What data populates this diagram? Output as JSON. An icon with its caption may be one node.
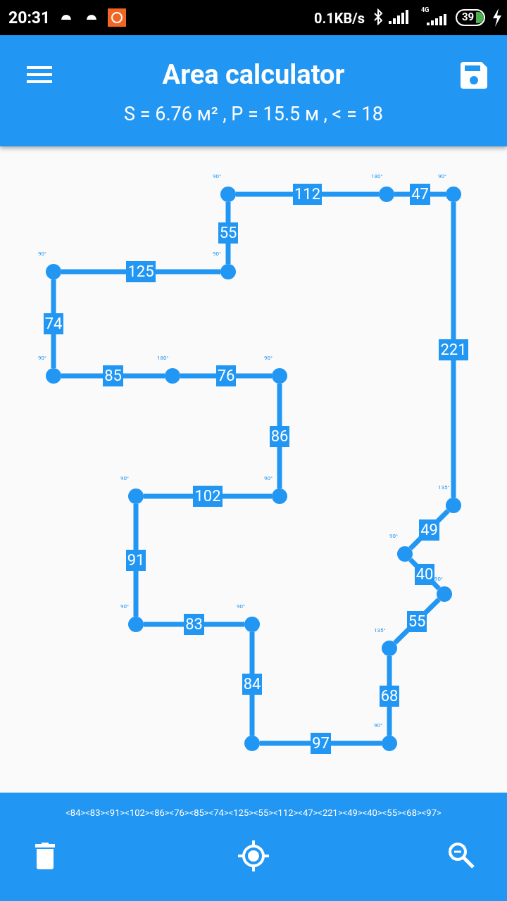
{
  "diagram": {
    "title": "Area calculator",
    "nodes": [
      {
        "text": [],
        "shape": "circle"
      },
      {
        "text": [],
        "shape": "circle",
        "beside": [
          "90°"
        ]
      },
      {
        "text": [],
        "shape": "circle",
        "beside": [
          "90°"
        ]
      },
      {
        "text": [],
        "shape": "circle",
        "beside": [
          "90°"
        ]
      },
      {
        "text": [],
        "shape": "circle",
        "beside": [
          "90°"
        ]
      },
      {
        "text": [],
        "shape": "circle",
        "beside": [
          "90°"
        ]
      },
      {
        "text": [],
        "shape": "circle",
        "beside": [
          "180°"
        ]
      },
      {
        "text": [],
        "shape": "circle",
        "beside": [
          "90°"
        ]
      },
      {
        "text": [],
        "shape": "circle",
        "beside": [
          "90°"
        ]
      },
      {
        "text": [],
        "shape": "circle",
        "beside": [
          "90°"
        ]
      },
      {
        "text": [],
        "shape": "circle",
        "beside": [
          "90°"
        ]
      },
      {
        "text": [],
        "shape": "circle",
        "beside": [
          "180°"
        ]
      },
      {
        "text": [],
        "shape": "circle",
        "beside": [
          "90°"
        ]
      },
      {
        "text": [],
        "shape": "circle",
        "beside": [
          "135°"
        ]
      },
      {
        "text": [],
        "shape": "circle",
        "beside": [
          "90°"
        ]
      },
      {
        "text": [],
        "shape": "circle",
        "beside": [
          "90°"
        ]
      },
      {
        "text": [],
        "shape": "circle",
        "beside": [
          "135°"
        ]
      },
      {
        "text": [],
        "shape": "circle",
        "beside": [
          "90°"
        ]
      }
    ],
    "edges": [
      {
        "from": 0,
        "to": 1,
        "arrow": "none",
        "label": "84"
      },
      {
        "from": 1,
        "to": 2,
        "arrow": "none",
        "label": "83"
      },
      {
        "from": 2,
        "to": 3,
        "arrow": "none",
        "label": "91"
      },
      {
        "from": 3,
        "to": 4,
        "arrow": "none",
        "label": "102"
      },
      {
        "from": 4,
        "to": 5,
        "arrow": "none",
        "label": "86"
      },
      {
        "from": 5,
        "to": 6,
        "arrow": "none",
        "label": "76"
      },
      {
        "from": 6,
        "to": 7,
        "arrow": "none",
        "label": "85"
      },
      {
        "from": 7,
        "to": 8,
        "arrow": "none",
        "label": "74"
      },
      {
        "from": 8,
        "to": 9,
        "arrow": "none",
        "label": "125"
      },
      {
        "from": 9,
        "to": 10,
        "arrow": "none",
        "label": "55"
      },
      {
        "from": 10,
        "to": 11,
        "arrow": "none",
        "label": "112"
      },
      {
        "from": 11,
        "to": 12,
        "arrow": "none",
        "label": "47"
      },
      {
        "from": 12,
        "to": 13,
        "arrow": "none",
        "label": "221"
      },
      {
        "from": 13,
        "to": 14,
        "arrow": "none",
        "label": "49"
      },
      {
        "from": 14,
        "to": 15,
        "arrow": "none",
        "label": "40"
      },
      {
        "from": 15,
        "to": 16,
        "arrow": "none",
        "label": "55"
      },
      {
        "from": 16,
        "to": 17,
        "arrow": "none",
        "label": "68"
      },
      {
        "from": 17,
        "to": 0,
        "arrow": "none",
        "label": "97"
      }
    ],
    "labels": [
      "20:31",
      "0.1KB/s",
      "4G",
      "39",
      "S = 6.76 м² , P = 15.5 м , < = 18",
      "<84><83><91><102><86><76><85><74><125><55><112><47><221><49><40><55><68><97>"
    ]
  }
}
